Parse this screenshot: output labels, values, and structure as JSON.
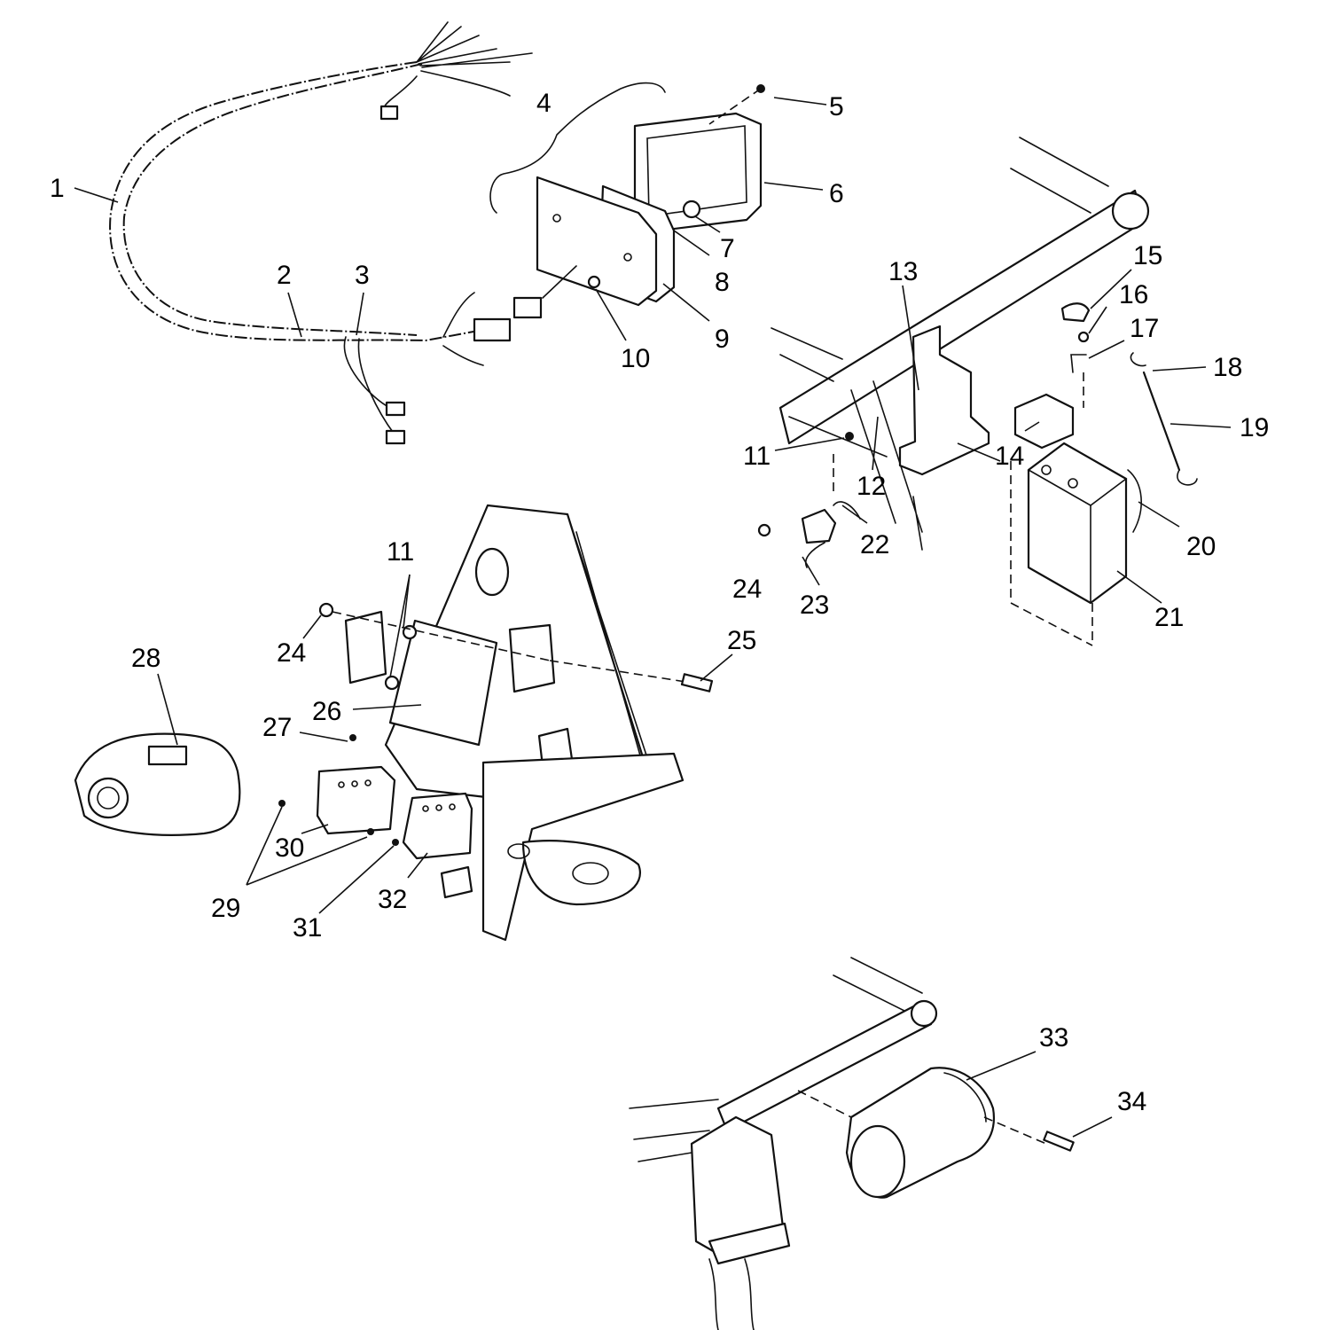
{
  "callouts": {
    "c1": "1",
    "c2": "2",
    "c3": "3",
    "c4": "4",
    "c5": "5",
    "c6": "6",
    "c7": "7",
    "c8": "8",
    "c9": "9",
    "c10": "10",
    "c11a": "11",
    "c11b": "11",
    "c12": "12",
    "c13": "13",
    "c14": "14",
    "c15": "15",
    "c16": "16",
    "c17": "17",
    "c18": "18",
    "c19": "19",
    "c20": "20",
    "c21": "21",
    "c22": "22",
    "c23": "23",
    "c24a": "24",
    "c24b": "24",
    "c25": "25",
    "c26": "26",
    "c27": "27",
    "c28": "28",
    "c29": "29",
    "c30": "30",
    "c31": "31",
    "c32": "32",
    "c33": "33",
    "c34": "34"
  }
}
